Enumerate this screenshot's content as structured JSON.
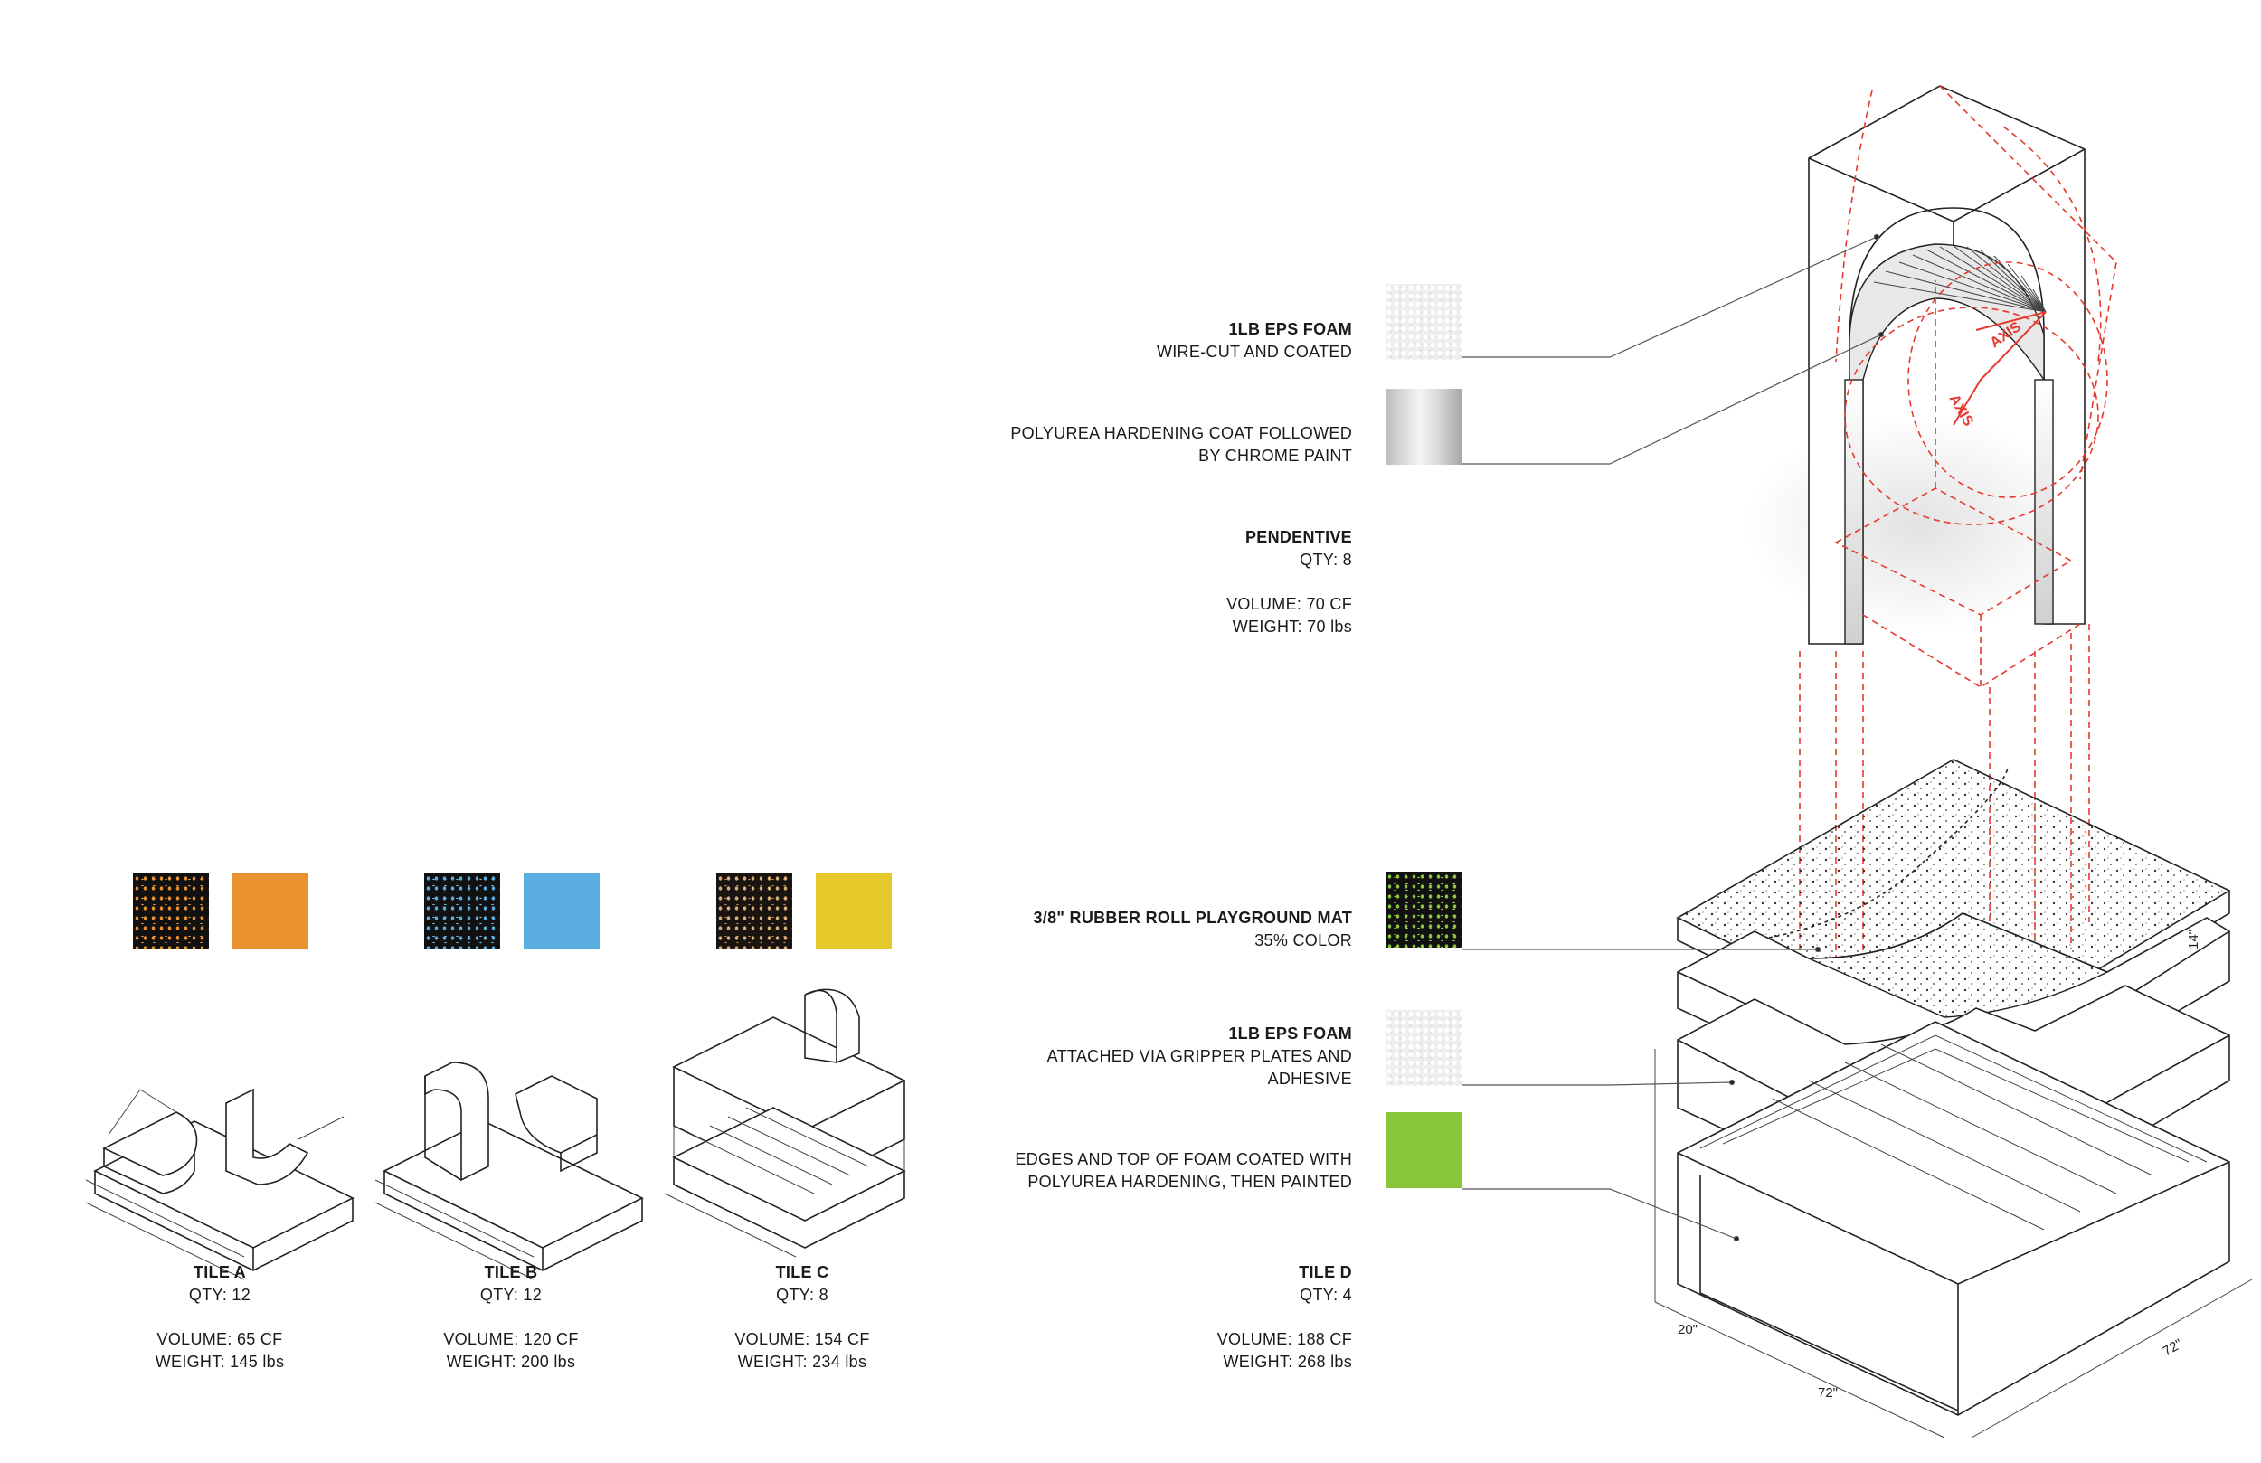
{
  "colors": {
    "accent_red": "#e63a2e",
    "swatch_orange": "#e8912e",
    "swatch_blue": "#5aaee0",
    "swatch_yellow": "#e6c82a",
    "swatch_green": "#8ac63c",
    "swatch_dark": "#111111"
  },
  "pendentive": {
    "material1_title": "1LB EPS FOAM",
    "material1_desc": "WIRE-CUT AND COATED",
    "material2_line1": "POLYUREA HARDENING COAT FOLLOWED",
    "material2_line2": "BY CHROME PAINT",
    "name": "PENDENTIVE",
    "qty": "QTY: 8",
    "volume": "VOLUME: 70 CF",
    "weight": "WEIGHT: 70 lbs",
    "axis1": "AXIS",
    "axis2": "AXIS"
  },
  "tile_d": {
    "mat_title": "3/8\" RUBBER ROLL PLAYGROUND MAT",
    "mat_desc": "35% COLOR",
    "foam_title": "1LB EPS FOAM",
    "foam_line1": "ATTACHED VIA GRIPPER PLATES AND",
    "foam_line2": "ADHESIVE",
    "edges_line1": "EDGES AND TOP OF FOAM COATED WITH",
    "edges_line2": "POLYUREA HARDENING, THEN PAINTED",
    "name": "TILE D",
    "qty": "QTY: 4",
    "volume": "VOLUME: 188 CF",
    "weight": "WEIGHT: 268 lbs",
    "dim_20": "20\"",
    "dim_72a": "72\"",
    "dim_72b": "72\"",
    "dim_14": "14\""
  },
  "tiles": [
    {
      "name": "TILE A",
      "qty": "QTY: 12",
      "volume": "VOLUME: 65 CF",
      "weight": "WEIGHT: 145 lbs"
    },
    {
      "name": "TILE B",
      "qty": "QTY: 12",
      "volume": "VOLUME: 120 CF",
      "weight": "WEIGHT: 200 lbs"
    },
    {
      "name": "TILE C",
      "qty": "QTY: 8",
      "volume": "VOLUME: 154 CF",
      "weight": "WEIGHT: 234 lbs"
    }
  ]
}
